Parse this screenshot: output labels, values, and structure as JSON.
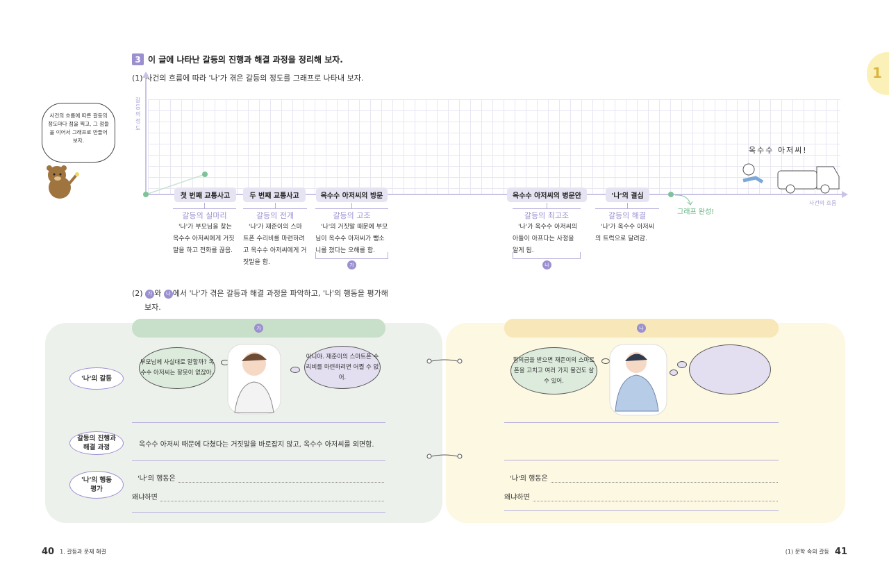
{
  "side_tab": "1",
  "q3": {
    "num": "3",
    "title": "이 글에 나타난 갈등의 진행과 해결 과정을 정리해 보자.",
    "sub1": "(1) 사건의 흐름에 따라 '나'가 겪은 갈등의 정도를 그래프로 나타내 보자.",
    "sub2a": "(2)",
    "sub2_circle_a": "가",
    "sub2_mid": "와",
    "sub2_circle_b": "나",
    "sub2b": "에서 '나'가 겪은 갈등과 해결 과정을 파악하고, '나'의 행동을 평가해",
    "sub2c": "보자."
  },
  "bear_bubble": "사건의 흐름에 따른 갈등의 정도마다 점을 찍고, 그 점들을 이어서 그래프로 만들어 보자.",
  "graph": {
    "y_label": "갈등의 정도",
    "x_label": "사건의 흐름",
    "complete": "그래프 완성!",
    "illustration_text": "옥수수 아저씨!",
    "events": [
      {
        "title": "첫 번째 교통사고",
        "label": "갈등의 실마리",
        "desc": "'나'가 부모님을 찾는 옥수수 아저씨에게 거짓말을 하고 전화를 끊음."
      },
      {
        "title": "두 번째 교통사고",
        "label": "갈등의 전개",
        "desc": "'나'가 재준이의 스마트폰 수리비를 마련하려고 옥수수 아저씨에게 거짓말을 함."
      },
      {
        "title": "옥수수 아저씨의 방문",
        "label": "갈등의 고조",
        "desc": "'나'의 거짓말 때문에 부모님이 옥수수 아저씨가 뺑소니를 쳤다는 오해를 함."
      },
      {
        "title": "옥수수 아저씨의 병문안",
        "label": "갈등의 최고조",
        "desc": "'나'가 옥수수 아저씨의 아들이 아프다는 사정을 알게 됨."
      },
      {
        "title": "'나'의 결심",
        "label": "갈등의 해결",
        "desc": "'나'가 옥수수 아저씨의 트럭으로 달려감."
      }
    ],
    "bracket_a": "가",
    "bracket_b": "나"
  },
  "panel_a": {
    "tab": "가",
    "thought1": "부모님께 사실대로 말할까? 옥수수 아저씨는 잘못이 없잖아.",
    "thought2": "아니야. 재준이의 스마트폰 수리비를 마련하려면 어쩔 수 없어.",
    "process": "옥수수 아저씨 때문에 다쳤다는 거짓말을 바로잡지 않고, 옥수수 아저씨를 외면함.",
    "eval": "'나'의 행동은",
    "reason": "왜냐하면"
  },
  "panel_b": {
    "tab": "나",
    "thought1": "합의금을 받으면 재준이의 스마트폰을 고치고 여러 가지 물건도 살 수 있어.",
    "thought2": "",
    "eval": "'나'의 행동은",
    "reason": "왜냐하면"
  },
  "rows": [
    "'나'의 갈등",
    "갈등의 진행과 해결 과정",
    "'나'의 행동 평가"
  ],
  "footer": {
    "left_page": "40",
    "left_text": "1. 갈등과 문제 해결",
    "right_text": "(1) 문학 속의 갈등",
    "right_page": "41"
  }
}
